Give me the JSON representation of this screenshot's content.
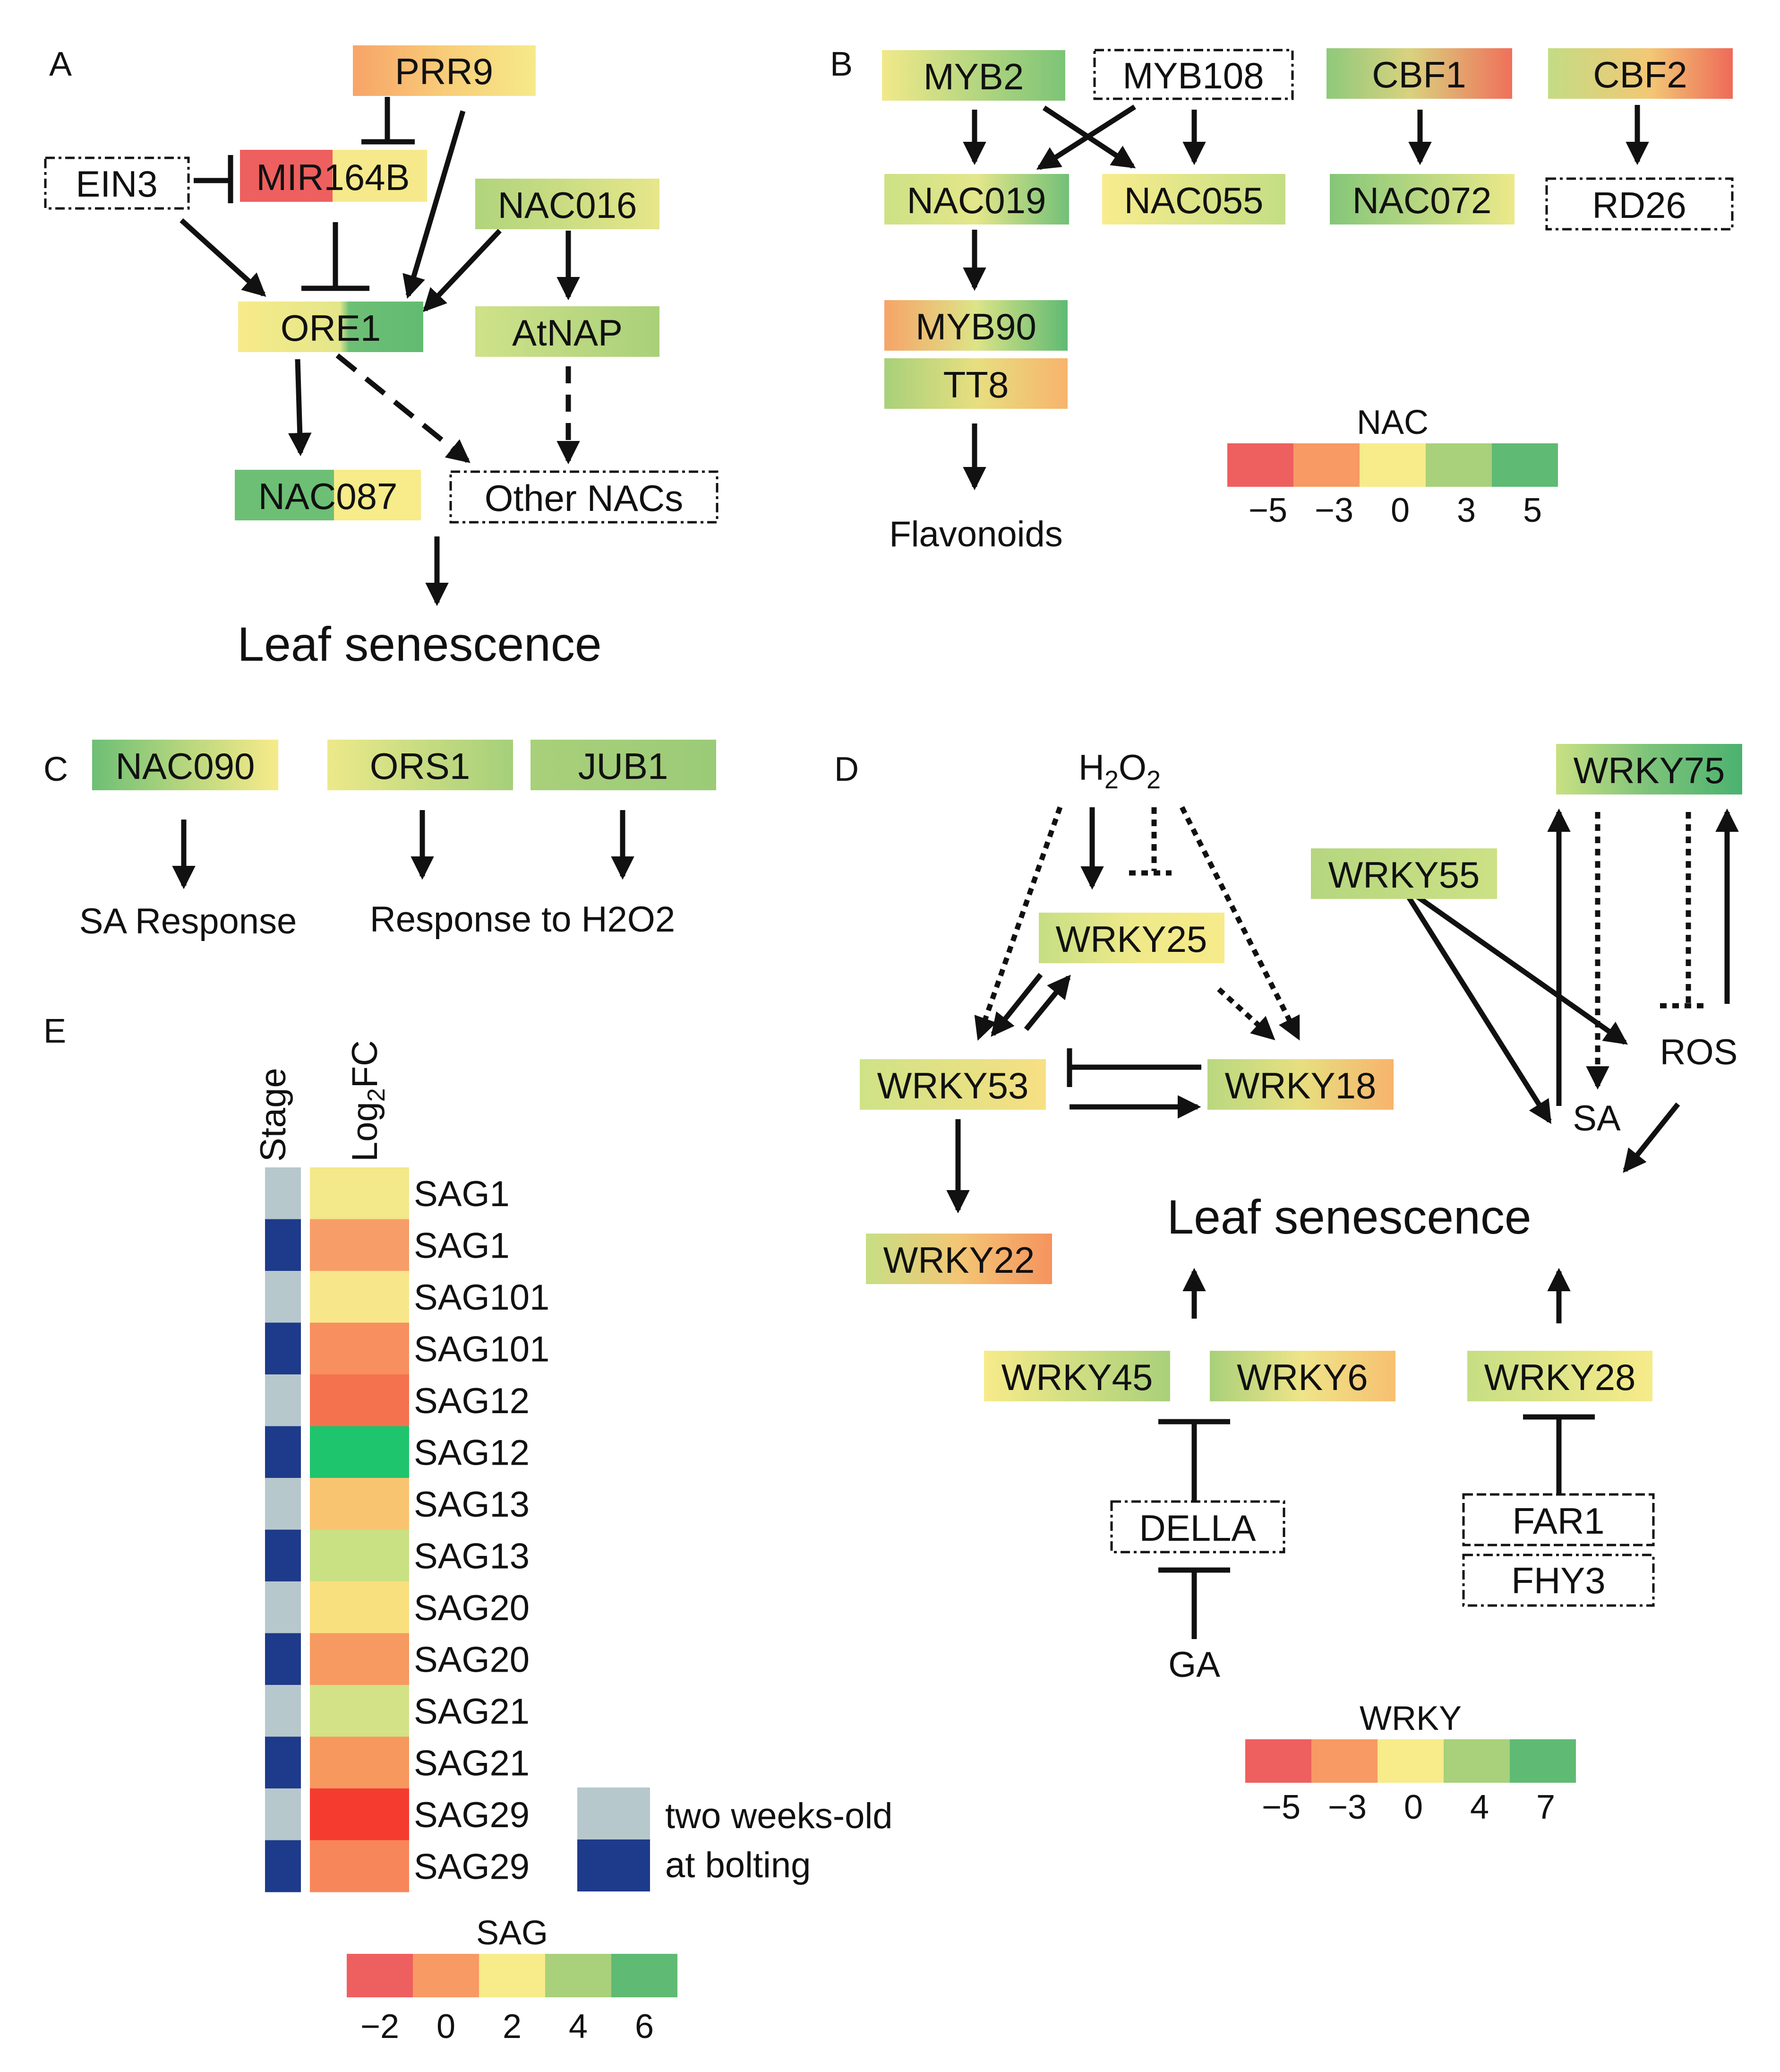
{
  "palette": {
    "red": "#ee5f5f",
    "orange_red": "#f4785a",
    "orange": "#f79e68",
    "light_orange": "#f8c070",
    "yellow": "#f7eb8a",
    "yellow_green": "#cfe289",
    "light_green": "#a9d07a",
    "green": "#6dbf75",
    "bright_green": "#1ec56c",
    "stage_light": "#b7c8cd",
    "stage_dark": "#1e3a8a",
    "line": "#111111"
  },
  "panel_a": {
    "label": "A",
    "genes": {
      "prr9": "PRR9",
      "ein3": "EIN3",
      "mir164b_part1": "MIR",
      "mir164b_part2": "164B",
      "nac016": "NAC016",
      "ore1": "ORE1",
      "atnap": "AtNAP",
      "nac087_part1": "NAC",
      "nac087_part2": "087",
      "other_nacs": "Other NACs"
    },
    "outcome": "Leaf senescence"
  },
  "panel_b": {
    "label": "B",
    "genes": {
      "myb2": "MYB2",
      "myb108": "MYB108",
      "cbf1": "CBF1",
      "cbf2": "CBF2",
      "nac019": "NAC019",
      "nac055": "NAC055",
      "nac072": "NAC072",
      "rd26": "RD26",
      "myb90": "MYB90",
      "tt8": "TT8"
    },
    "outcome": "Flavonoids",
    "legend": {
      "title": "NAC",
      "ticks": [
        "−5",
        "−3",
        "0",
        "3",
        "5"
      ]
    }
  },
  "panel_c": {
    "label": "C",
    "genes": {
      "nac090_part1": "NAC",
      "nac090_part2": "090",
      "ors1": "ORS1",
      "jub1": "JUB1"
    },
    "outcomes": {
      "sa_response": "SA Response",
      "h2o2_response": "Response to H2O2"
    }
  },
  "panel_d": {
    "label": "D",
    "h2o2": {
      "base": "H",
      "sub1": "2",
      "mid": "O",
      "sub2": "2"
    },
    "genes": {
      "wrky75": "WRKY75",
      "wrky55": "WRKY55",
      "wrky25": "WRKY25",
      "wrky53": "WRKY53",
      "wrky18": "WRKY18",
      "wrky22": "WRKY22",
      "wrky45": "WRKY45",
      "wrky6": "WRKY6",
      "wrky28": "WRKY28",
      "della": "DELLA",
      "far1": "FAR1",
      "fhy3": "FHY3"
    },
    "nodes": {
      "ros": "ROS",
      "sa": "SA",
      "ga": "GA"
    },
    "outcome": "Leaf senescence",
    "legend": {
      "title": "WRKY",
      "ticks": [
        "−5",
        "−3",
        "0",
        "4",
        "7"
      ]
    }
  },
  "panel_e": {
    "label": "E",
    "column_headers": {
      "stage": "Stage",
      "log2fc_base": "Log",
      "log2fc_sub": "2",
      "log2fc_tail": "FC"
    },
    "rows": [
      {
        "gene": "SAG1",
        "stage": "two weeks-old",
        "color": "#f3e88a"
      },
      {
        "gene": "SAG1",
        "stage": "at bolting",
        "color": "#f79e68"
      },
      {
        "gene": "SAG101",
        "stage": "two weeks-old",
        "color": "#f8e78a"
      },
      {
        "gene": "SAG101",
        "stage": "at bolting",
        "color": "#f78f5e"
      },
      {
        "gene": "SAG12",
        "stage": "two weeks-old",
        "color": "#f4734e"
      },
      {
        "gene": "SAG12",
        "stage": "at bolting",
        "color": "#1ec56c"
      },
      {
        "gene": "SAG13",
        "stage": "two weeks-old",
        "color": "#f8c46f"
      },
      {
        "gene": "SAG13",
        "stage": "at bolting",
        "color": "#c9e183"
      },
      {
        "gene": "SAG20",
        "stage": "two weeks-old",
        "color": "#f9e07e"
      },
      {
        "gene": "SAG20",
        "stage": "at bolting",
        "color": "#f79a62"
      },
      {
        "gene": "SAG21",
        "stage": "two weeks-old",
        "color": "#d3e286"
      },
      {
        "gene": "SAG21",
        "stage": "at bolting",
        "color": "#f7985f"
      },
      {
        "gene": "SAG29",
        "stage": "two weeks-old",
        "color": "#f53b30"
      },
      {
        "gene": "SAG29",
        "stage": "at bolting",
        "color": "#f7875a"
      }
    ],
    "stage_legend": {
      "two_weeks": "two weeks-old",
      "at_bolting": "at bolting"
    },
    "legend": {
      "title": "SAG",
      "ticks": [
        "−2",
        "0",
        "2",
        "4",
        "6"
      ]
    }
  }
}
